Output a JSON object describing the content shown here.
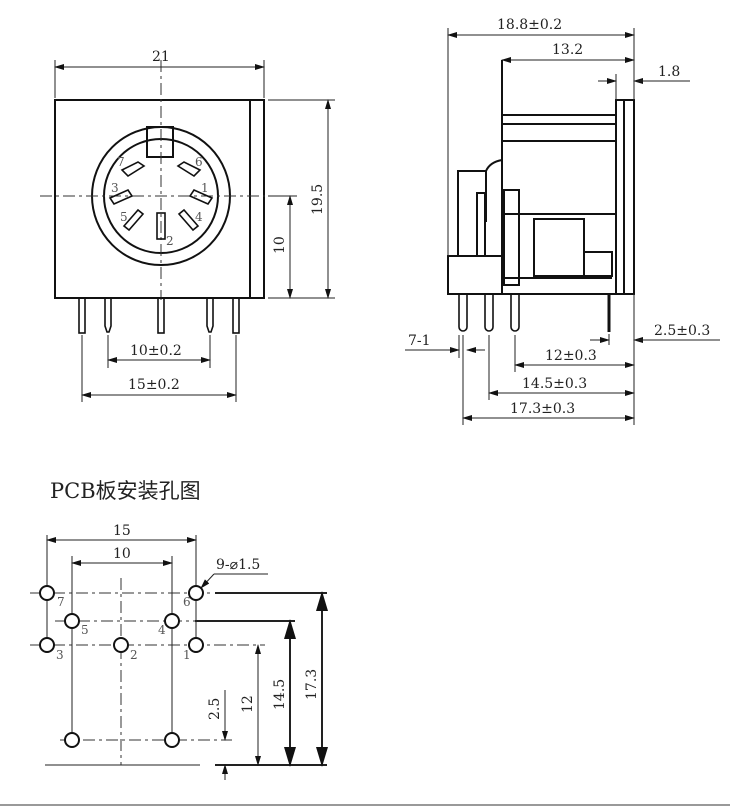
{
  "front_view": {
    "width_label": "21",
    "height_label": "19.5",
    "center_height_label": "10",
    "pin_spacing_inner_label": "10±0.2",
    "pin_spacing_outer_label": "15±0.2",
    "pin_numbers": [
      "7",
      "6",
      "3",
      "1",
      "5",
      "4",
      "2"
    ]
  },
  "side_view": {
    "total_depth_label": "18.8±0.2",
    "body_depth_label": "13.2",
    "flange_label": "1.8",
    "pin_label": "7-1",
    "dim_12_label": "12±0.3",
    "dim_145_label": "14.5±0.3",
    "dim_173_label": "17.3±0.3",
    "dim_25_label": "2.5±0.3"
  },
  "pcb_layout": {
    "title": "PCB板安装孔图",
    "width_15_label": "15",
    "width_10_label": "10",
    "hole_callout": "9-⌀1.5",
    "dim_173": "17.3",
    "dim_145": "14.5",
    "dim_12": "12",
    "dim_25": "2.5",
    "hole_numbers": [
      "7",
      "6",
      "5",
      "4",
      "3",
      "2",
      "1"
    ]
  }
}
